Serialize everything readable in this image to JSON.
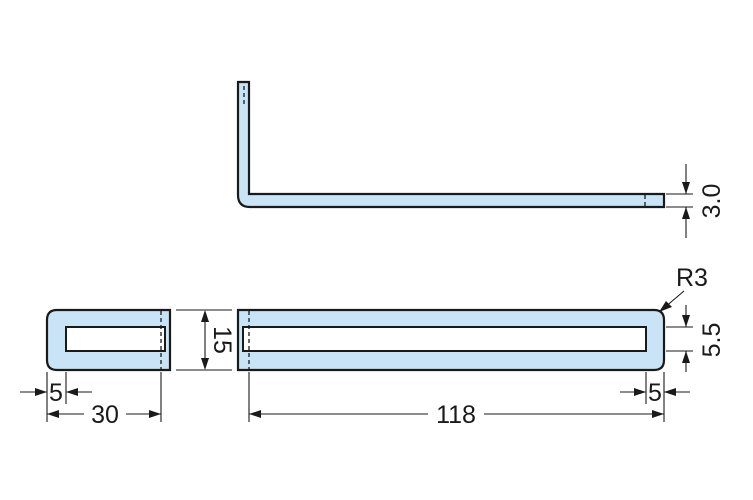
{
  "dimensions": {
    "thickness": "3.0",
    "corner_radius": "R3",
    "slot_width_right": "5.5",
    "slot_offset_left": "5",
    "left_segment_length": "30",
    "part_width": "15",
    "main_length": "118",
    "slot_offset_right": "5"
  },
  "colors": {
    "part_fill": "#c8e4f6",
    "outline": "#1a1a1a"
  }
}
